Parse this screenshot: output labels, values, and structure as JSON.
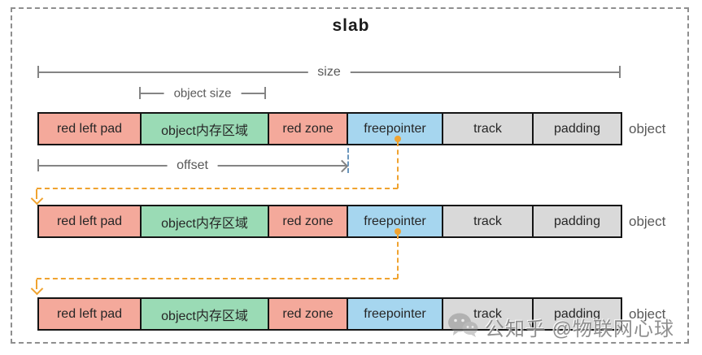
{
  "title": "slab",
  "measurements": {
    "size_label": "size",
    "object_size_label": "object size",
    "offset_label": "offset"
  },
  "object_label": "object",
  "rows": [
    {
      "cells": [
        {
          "label": "red left pad",
          "color": "#f4a99b"
        },
        {
          "label": "object内存区域",
          "color": "#9adbb5"
        },
        {
          "label": "red zone",
          "color": "#f4a99b"
        },
        {
          "label": "freepointer",
          "color": "#a6d6ef"
        },
        {
          "label": "track",
          "color": "#d9d9d9"
        },
        {
          "label": "padding",
          "color": "#d9d9d9"
        }
      ]
    },
    {
      "cells": [
        {
          "label": "red left pad",
          "color": "#f4a99b"
        },
        {
          "label": "object内存区域",
          "color": "#9adbb5"
        },
        {
          "label": "red zone",
          "color": "#f4a99b"
        },
        {
          "label": "freepointer",
          "color": "#a6d6ef"
        },
        {
          "label": "track",
          "color": "#d9d9d9"
        },
        {
          "label": "padding",
          "color": "#d9d9d9"
        }
      ]
    },
    {
      "cells": [
        {
          "label": "red left pad",
          "color": "#f4a99b"
        },
        {
          "label": "object内存区域",
          "color": "#9adbb5"
        },
        {
          "label": "red zone",
          "color": "#f4a99b"
        },
        {
          "label": "freepointer",
          "color": "#a6d6ef"
        },
        {
          "label": "track",
          "color": "#d9d9d9"
        },
        {
          "label": "padding",
          "color": "#d9d9d9"
        }
      ]
    }
  ],
  "colors": {
    "accent_orange": "#f0a330",
    "offset_boundary_blue": "#6b97bd",
    "measure_gray": "#848484",
    "cell_border": "#141414"
  },
  "watermark": {
    "icon": "wechat-icon",
    "text": "公知乎 @物联网心球"
  }
}
